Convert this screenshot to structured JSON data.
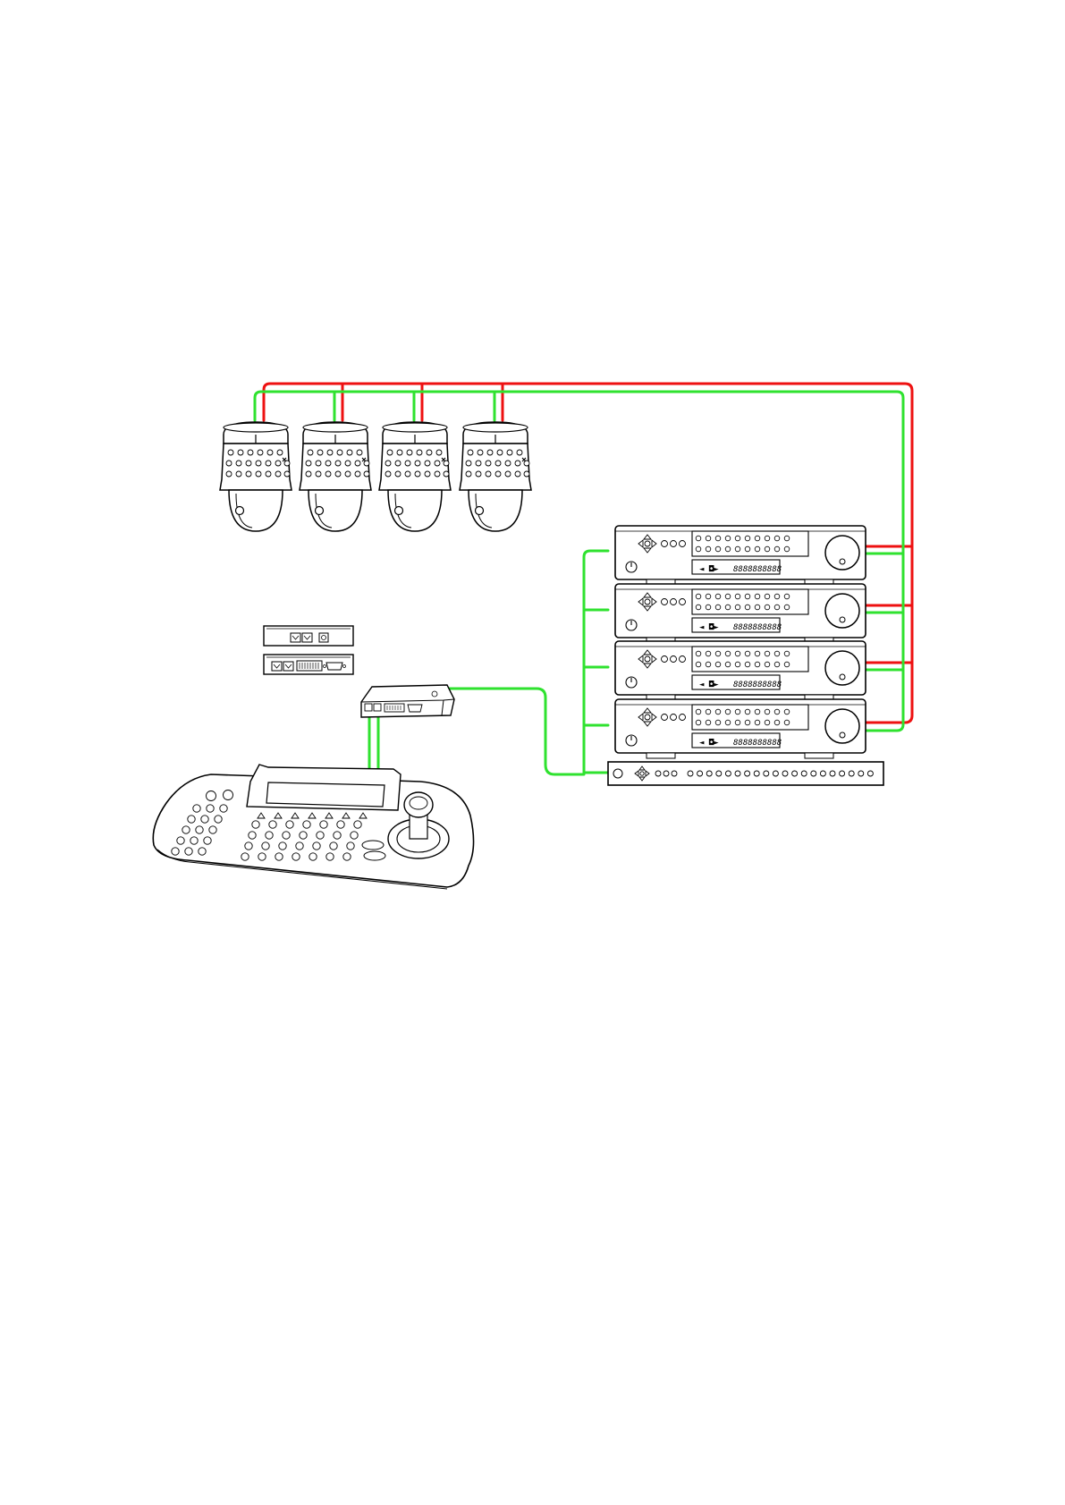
{
  "colors": {
    "wire_green": "#2fe22f",
    "wire_red": "#ee1111",
    "outline": "#000000",
    "background": "#ffffff"
  },
  "cameras": {
    "count": 4,
    "icon": "ptz-dome-camera-icon"
  },
  "dvrs": {
    "count": 4,
    "icon": "dvr-recorder-icon",
    "units": [
      {
        "transport_glyph": "◄ ◘►",
        "display_digits": "8888888888"
      },
      {
        "transport_glyph": "◄ ◘►",
        "display_digits": "8888888888"
      },
      {
        "transport_glyph": "◄ ◘►",
        "display_digits": "8888888888"
      },
      {
        "transport_glyph": "◄ ◘►",
        "display_digits": "8888888888"
      }
    ]
  },
  "matrix_panel": {
    "icon": "control-panel-strip-icon",
    "button_count": 20
  },
  "interface_box": {
    "icon": "rs485-converter-box-icon"
  },
  "converter_views": {
    "icon": "converter-port-views-icon"
  },
  "keyboard": {
    "icon": "ptz-keyboard-controller-icon"
  }
}
